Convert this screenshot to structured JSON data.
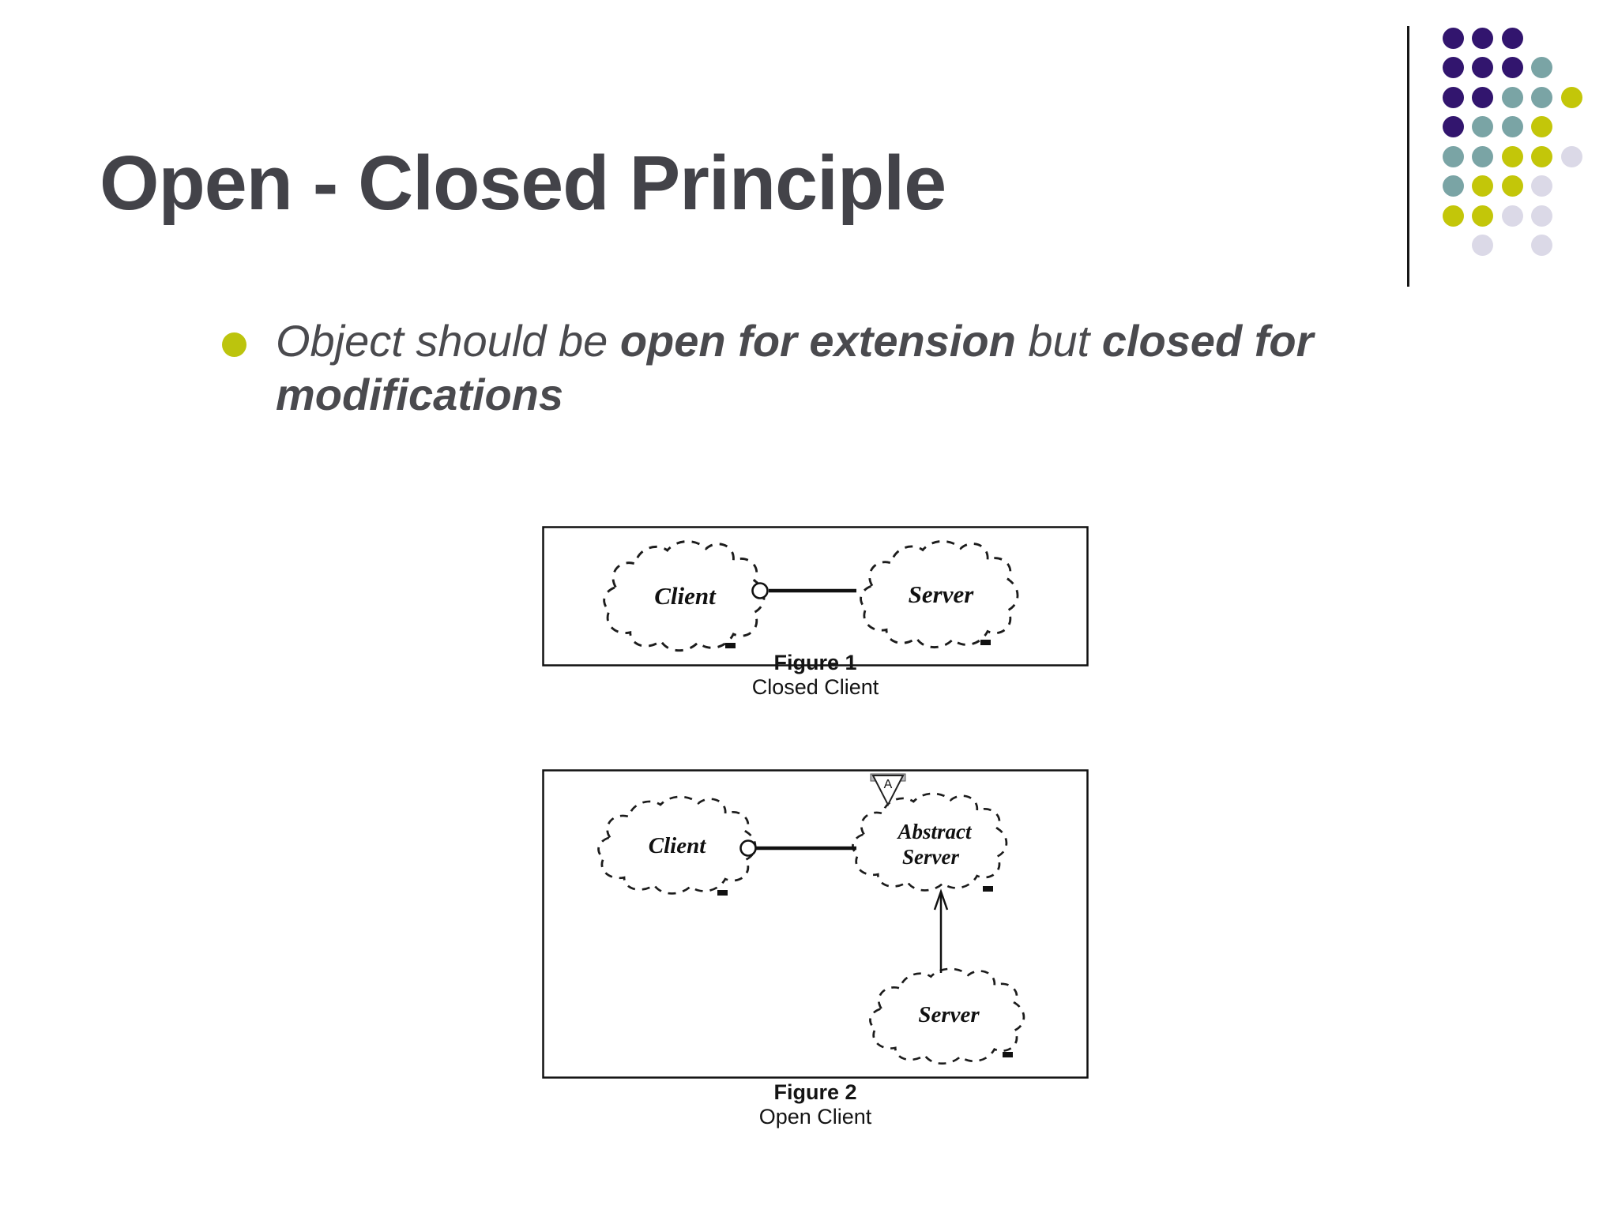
{
  "slide": {
    "title": "Open - Closed Principle",
    "bullet": {
      "lines": [
        [
          {
            "t": "Object should be ",
            "b": false
          },
          {
            "t": "open for extension",
            "b": true
          },
          {
            "t": " but ",
            "b": false
          },
          {
            "t": "closed for",
            "b": true
          }
        ],
        [
          {
            "t": "modifications",
            "b": true
          }
        ]
      ]
    }
  },
  "figures": [
    {
      "caption": "Figure 1",
      "subcaption": "Closed Client",
      "nodes": {
        "client": "Client",
        "server": "Server"
      }
    },
    {
      "caption": "Figure 2",
      "subcaption": "Open Client",
      "nodes": {
        "client": "Client",
        "abstract_line1": "Abstract",
        "abstract_line2": "Server",
        "server": "Server"
      },
      "abstract_marker": "A"
    }
  ],
  "decor": {
    "colors": {
      "P": "#32156E",
      "T": "#7AA4A5",
      "Y": "#C3C609",
      "L": "#DBD9E7"
    },
    "grid": [
      [
        "P",
        "P",
        "P",
        null,
        null
      ],
      [
        "P",
        "P",
        "P",
        "T",
        null
      ],
      [
        "P",
        "P",
        "T",
        "T",
        "Y"
      ],
      [
        "P",
        "T",
        "T",
        "Y",
        null
      ],
      [
        "T",
        "T",
        "Y",
        "Y",
        "L"
      ],
      [
        "T",
        "Y",
        "Y",
        "L",
        null
      ],
      [
        "Y",
        "Y",
        "L",
        "L",
        null
      ],
      [
        null,
        "L",
        null,
        "L",
        null
      ]
    ],
    "rule_color": "#161616"
  },
  "text_colors": {
    "title": "#434349",
    "body": "#4A4A4E",
    "caption": "#141414",
    "bullet_dot": "#BCC40D"
  }
}
